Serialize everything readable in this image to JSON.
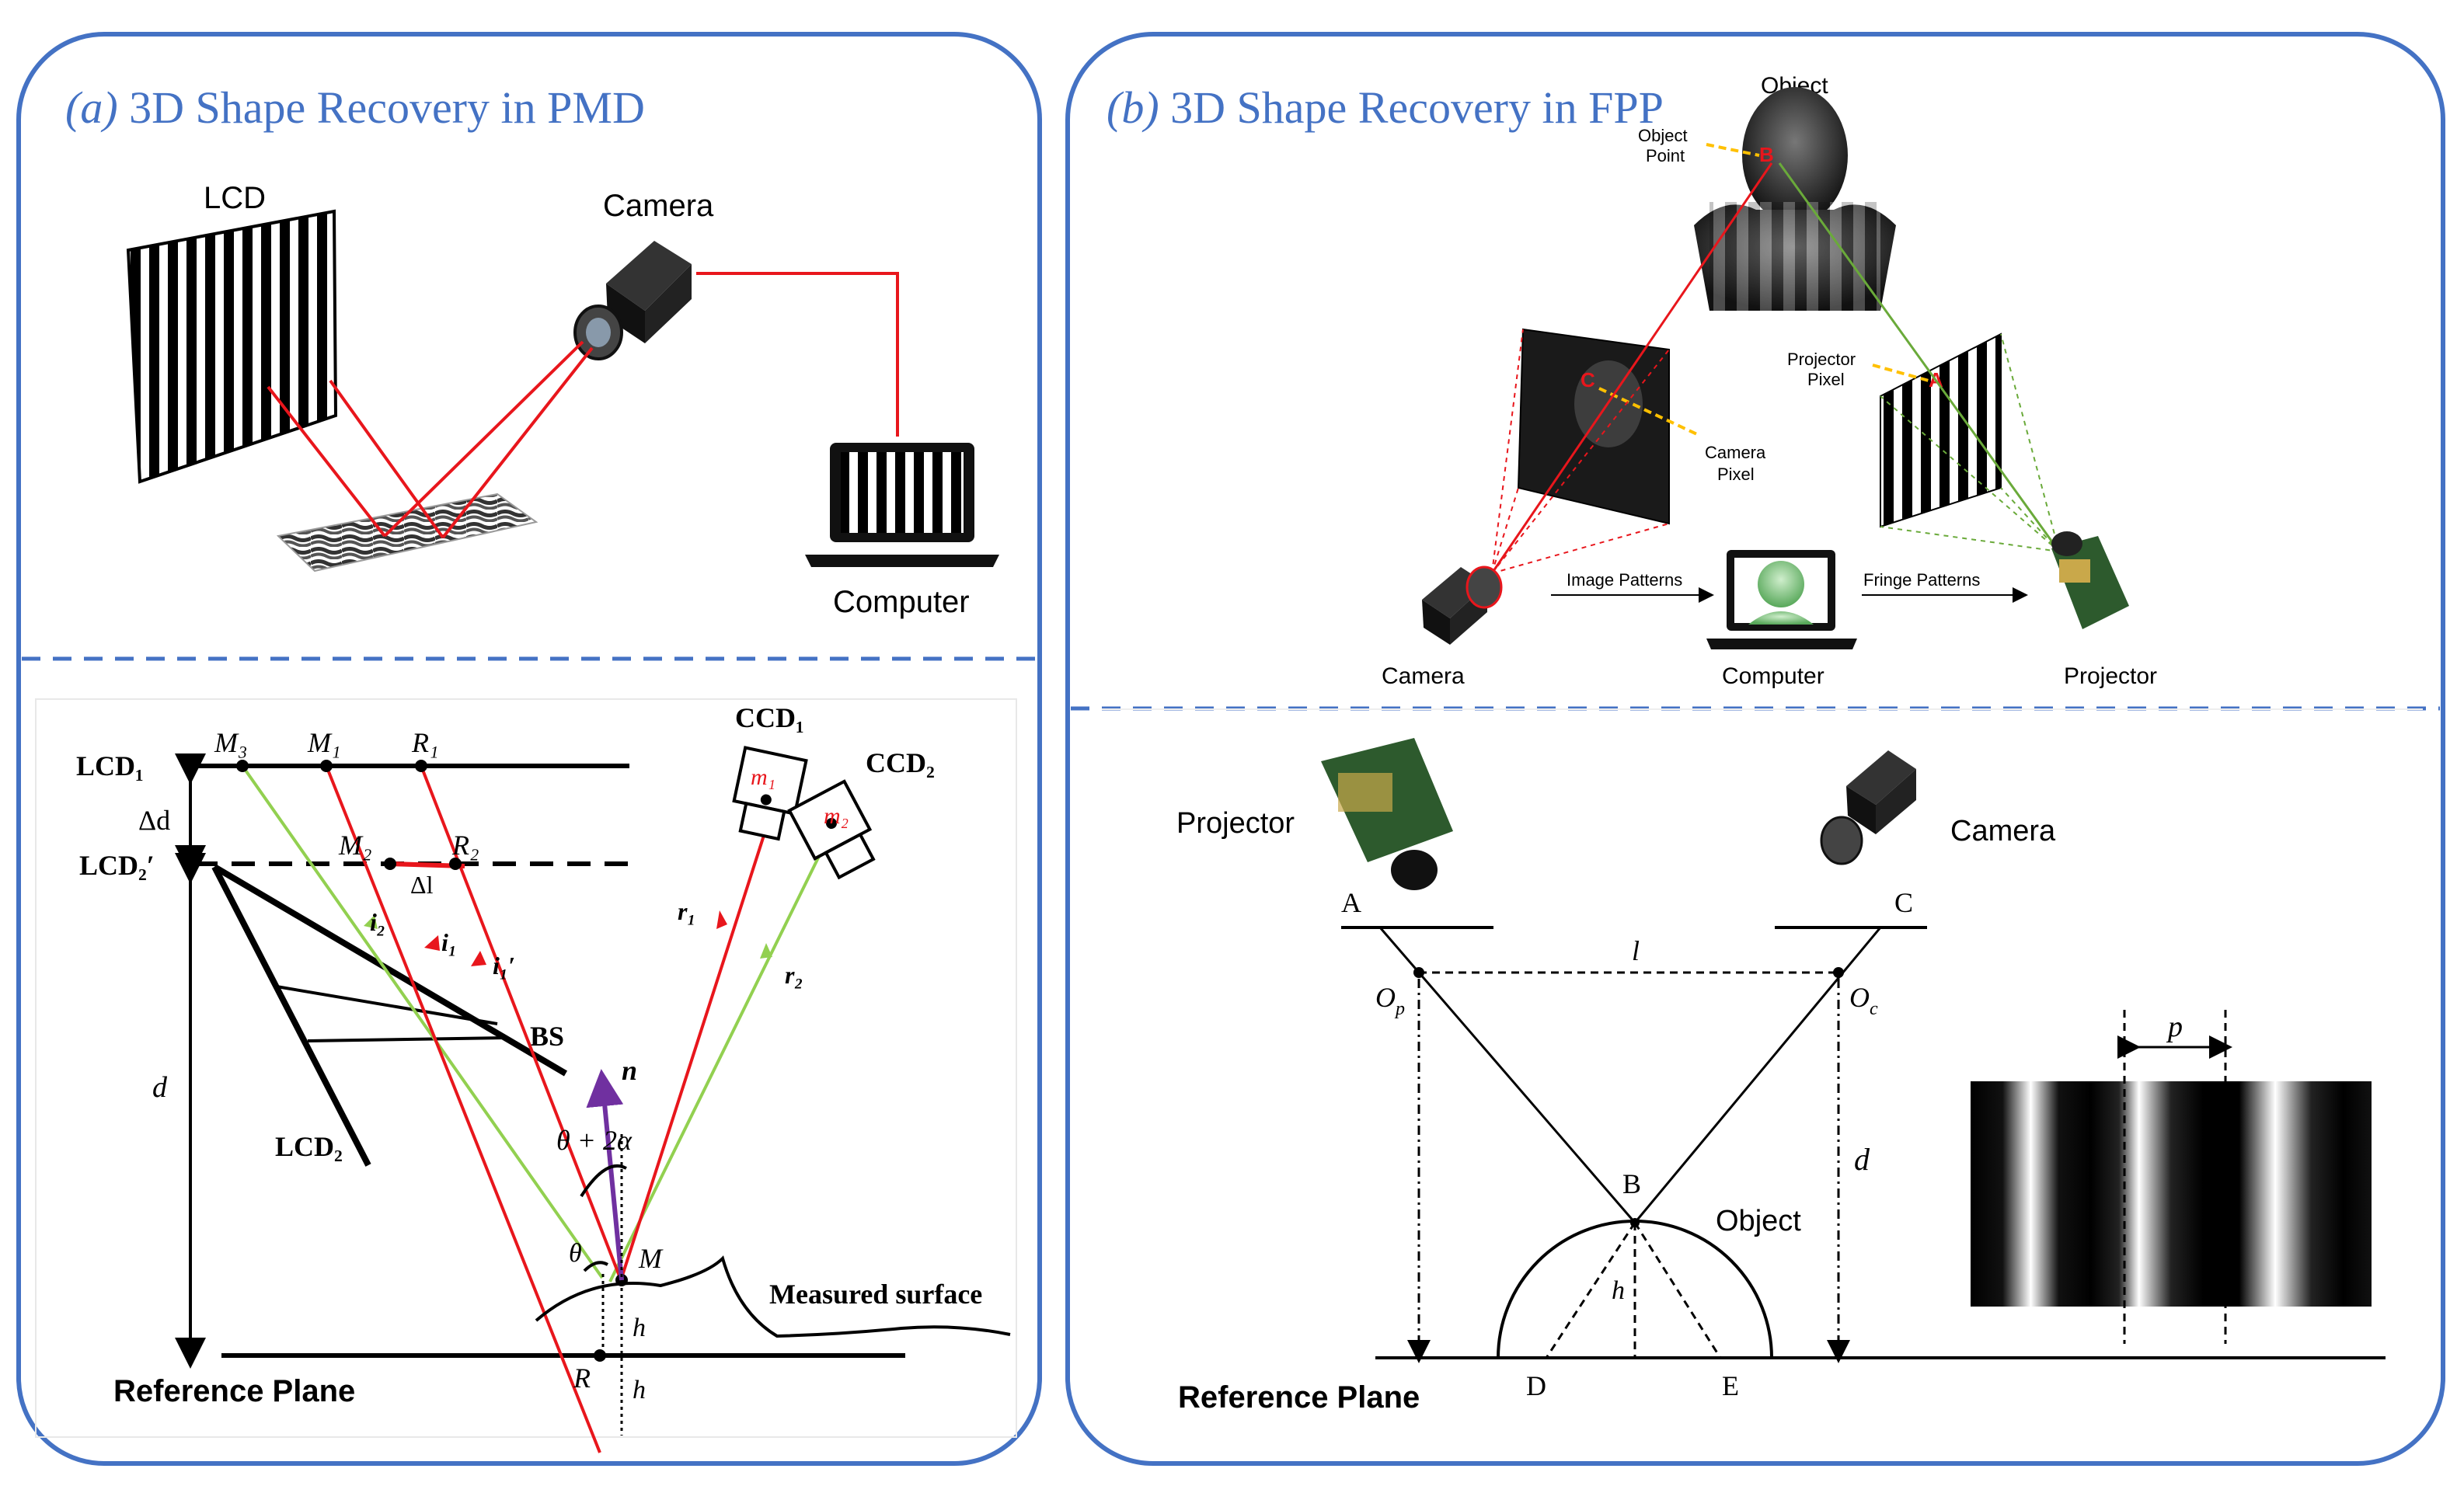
{
  "panel_a": {
    "title_prefix": "(a)",
    "title": " 3D Shape Recovery in PMD",
    "top": {
      "lcd": "LCD",
      "camera": "Camera",
      "computer": "Computer"
    },
    "bottom": {
      "lcd1": "LCD₁",
      "lcd2p": "LCD₂′",
      "lcd2": "LCD₂",
      "m3": "M₃",
      "m1": "M₁",
      "r1": "R₁",
      "m2": "M₂",
      "r2": "R₂",
      "delta_d": "Δd",
      "delta_l": "Δl",
      "d": "d",
      "i2": "i₂",
      "i1": "i₁",
      "i1p": "i₁′",
      "bs": "BS",
      "n": "n",
      "ccd1": "CCD₁",
      "ccd2": "CCD₂",
      "cm1": "m₁",
      "cm2": "m₂",
      "ray_r1": "r₁",
      "ray_r2": "r₂",
      "angle1": "θ + 2α",
      "theta": "θ",
      "M": "M",
      "R": "R",
      "h1": "h",
      "h2": "h",
      "measured": "Measured surface",
      "reference": "Reference Plane"
    }
  },
  "panel_b": {
    "title_prefix": "(b)",
    "title": " 3D Shape Recovery in FPP",
    "top": {
      "object": "Object",
      "object_point": "Object\nPoint",
      "B": "B",
      "C": "C",
      "A": "A",
      "camera_pixel": "Camera\nPixel",
      "projector_pixel": "Projector\nPixel",
      "image_patterns": "Image Patterns",
      "fringe_patterns": "Fringe Patterns",
      "camera": "Camera",
      "computer": "Computer",
      "projector": "Projector"
    },
    "bottom": {
      "projector": "Projector",
      "camera": "Camera",
      "A": "A",
      "C": "C",
      "l": "l",
      "op": "Op",
      "oc": "Oc",
      "d": "d",
      "p": "p",
      "B": "B",
      "object": "Object",
      "h": "h",
      "D": "D",
      "E": "E",
      "reference": "Reference Plane"
    }
  },
  "colors": {
    "accent": "#4472c4",
    "red": "#e8161c",
    "green": "#92d050",
    "purple": "#7030a0",
    "orange": "#ffc000"
  }
}
